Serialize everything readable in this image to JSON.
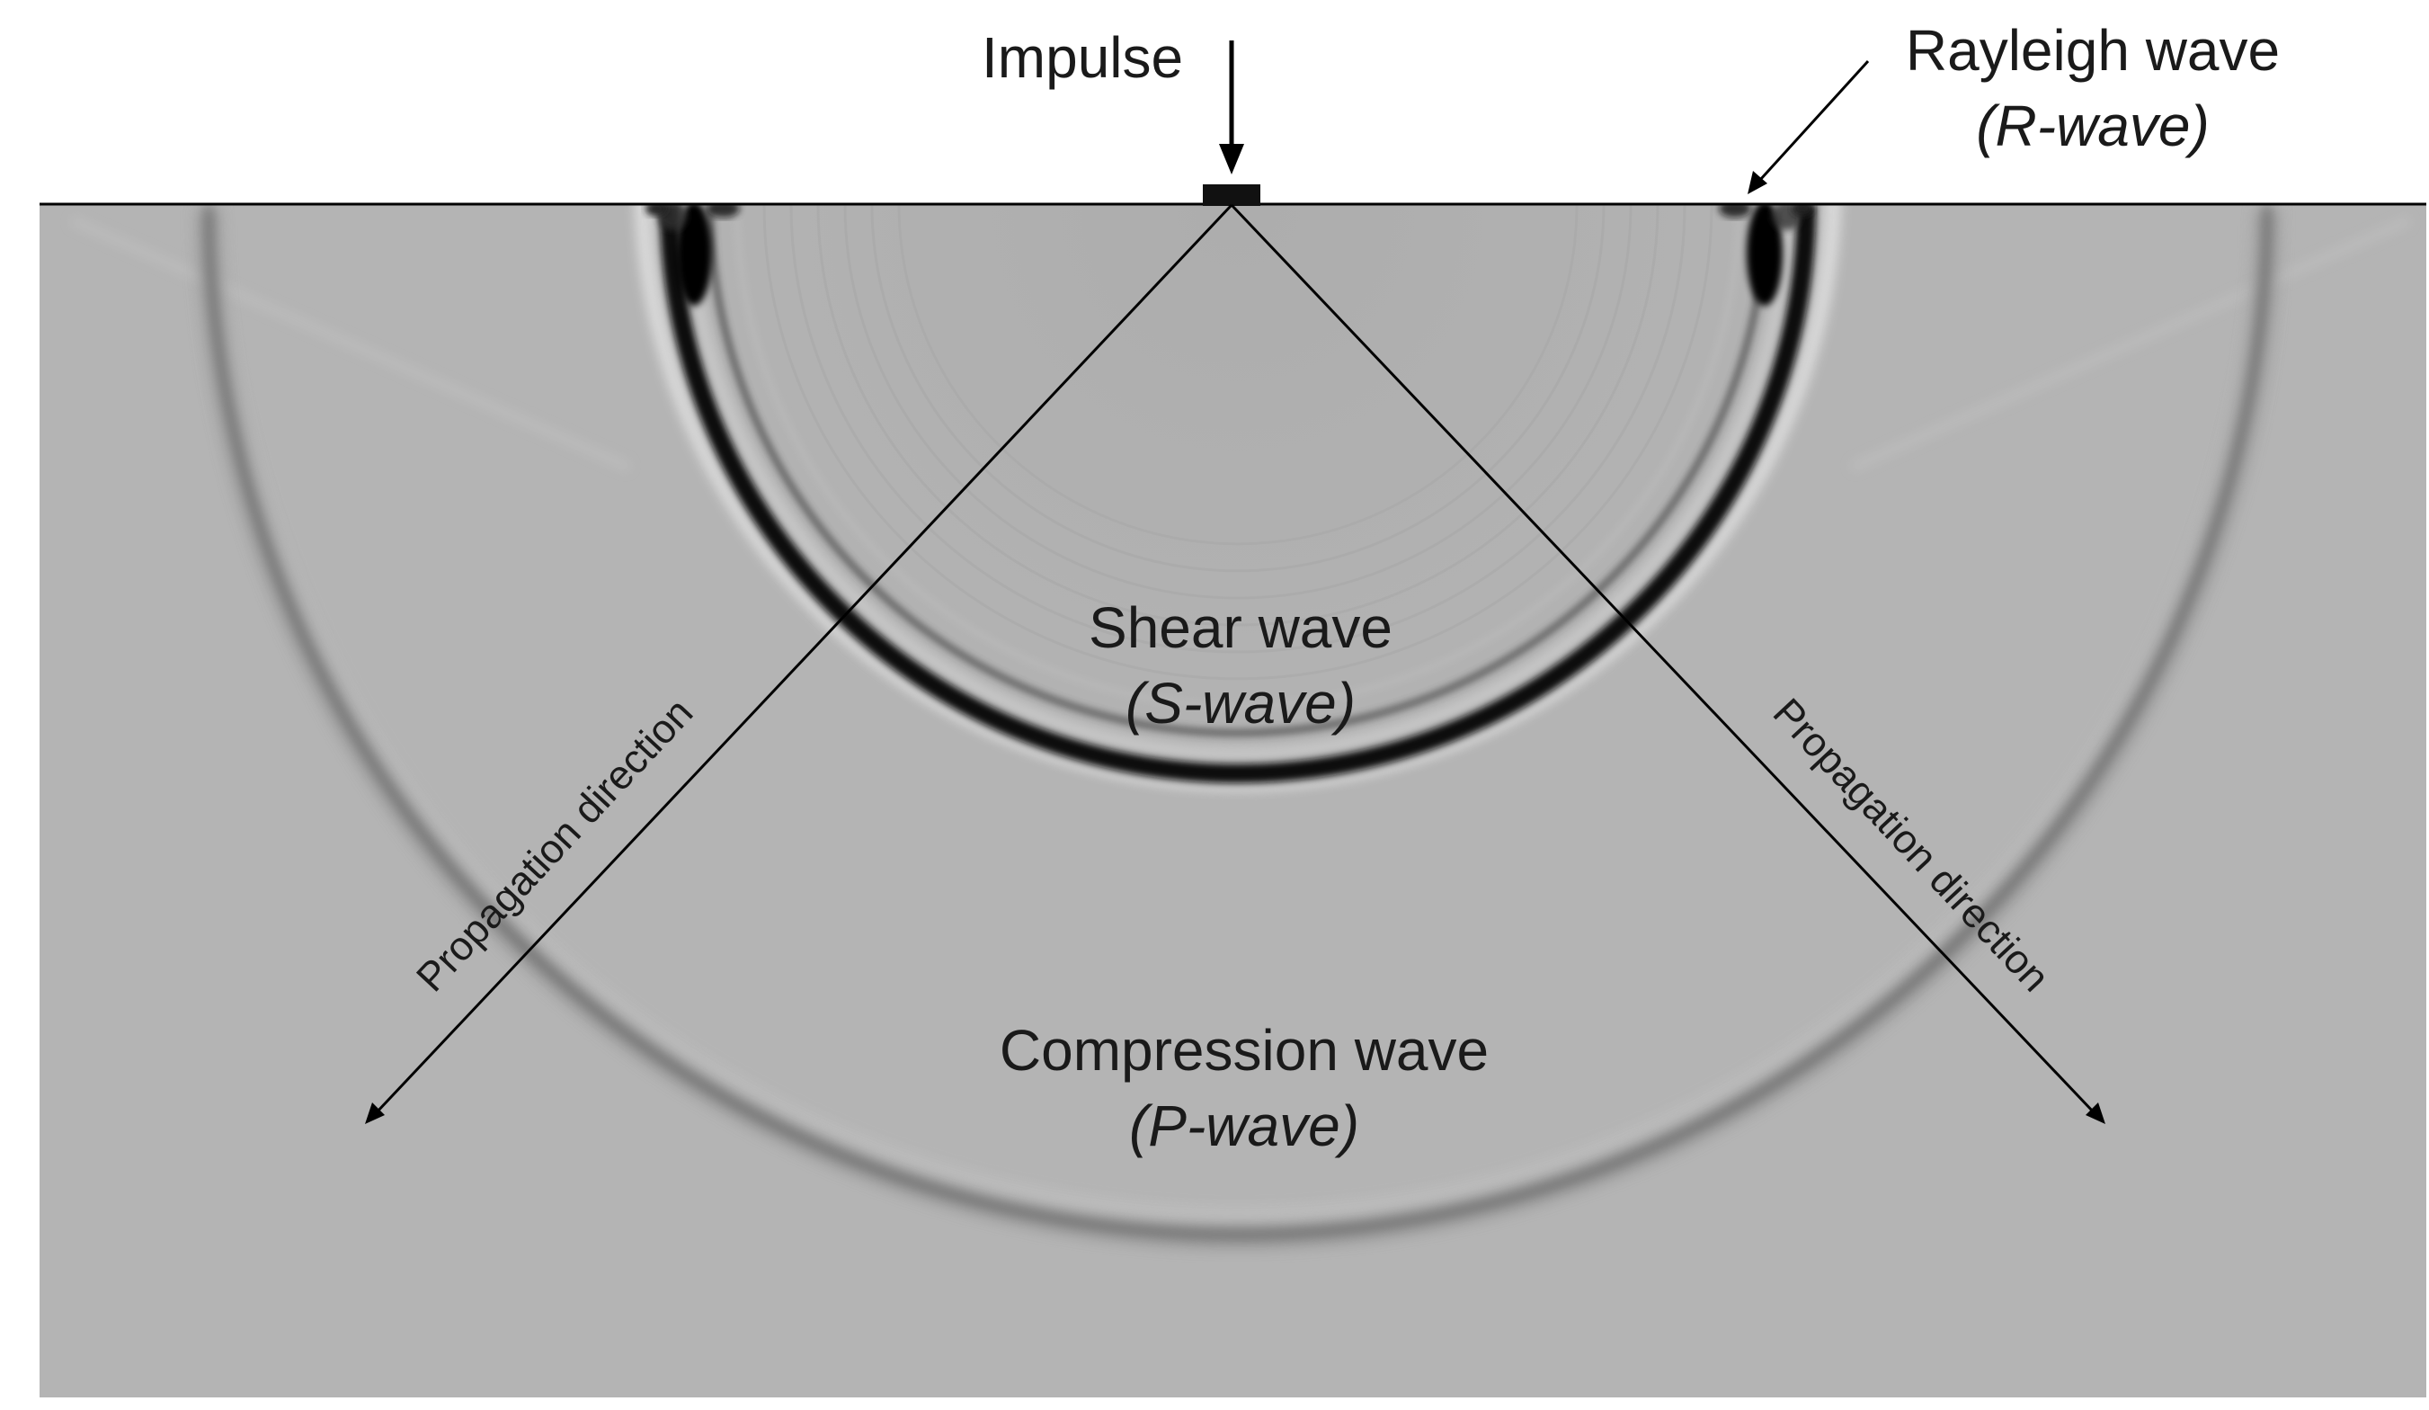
{
  "labels": {
    "impulse": "Impulse",
    "rayleigh_title": "Rayleigh wave",
    "rayleigh_sub": "(R-wave)",
    "shear_title": "Shear wave",
    "shear_sub": "(S-wave)",
    "compression_title": "Compression wave",
    "compression_sub": "(P-wave)",
    "propagation_left": "Propagation direction",
    "propagation_right": "Propagation direction"
  },
  "colors": {
    "medium": "#b4b4b4",
    "wavefront": "#000000",
    "text": "#1a1a1a",
    "background": "#ffffff"
  }
}
